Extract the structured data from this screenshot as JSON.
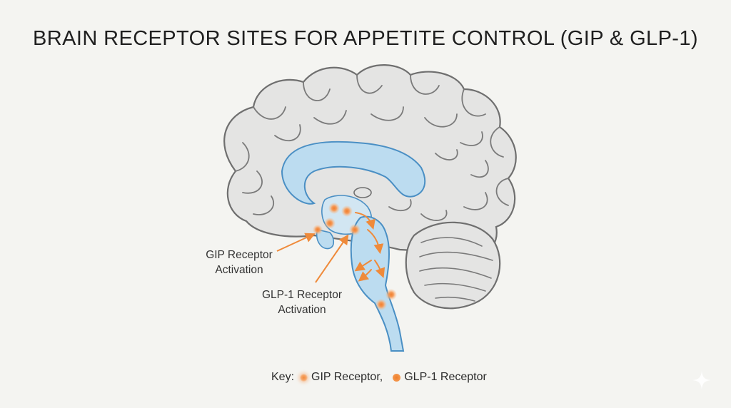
{
  "title": "BRAIN RECEPTOR SITES FOR APPETITE CONTROL (GIP & GLP-1)",
  "labels": {
    "gip_line1": "GIP Receptor",
    "gip_line2": "Activation",
    "glp_line1": "GLP-1 Receptor",
    "glp_line2": "Activation"
  },
  "key": {
    "prefix": "Key:",
    "gip": "GIP Receptor,",
    "glp": "GLP-1 Receptor"
  },
  "colors": {
    "brain_fill": "#e4e4e3",
    "brain_outline": "#6f6f6f",
    "ventricle_fill": "#bcdcf0",
    "ventricle_outline": "#4a8fc4",
    "receptor": "#f08a3c",
    "arrow": "#ef8a3a",
    "background": "#f4f4f1"
  },
  "icons": {
    "watermark": "sparkle-icon"
  }
}
